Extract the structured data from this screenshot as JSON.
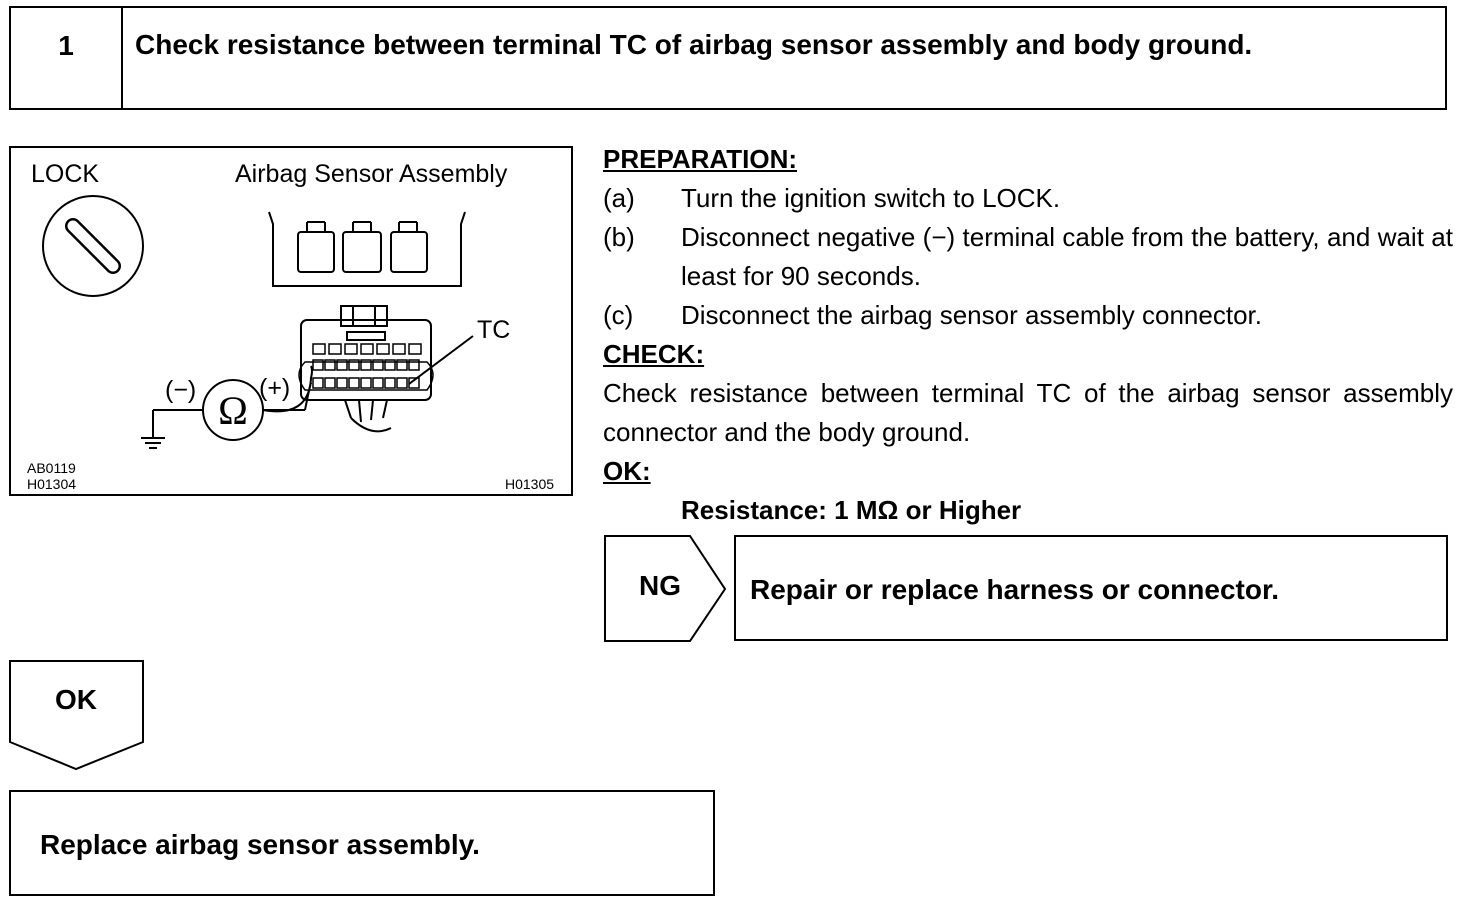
{
  "step": {
    "number": "1",
    "title": "Check resistance between terminal TC of airbag sensor assembly and body ground."
  },
  "figure": {
    "lock_label": "LOCK",
    "sensor_label": "Airbag Sensor Assembly",
    "tc_label": "TC",
    "minus_label": "(−)",
    "plus_label": "(+)",
    "ohm_symbol": "Ω",
    "code_left_1": "AB0119",
    "code_left_2": "H01304",
    "code_right": "H01305"
  },
  "preparation": {
    "heading": "PREPARATION:",
    "items": [
      {
        "label": "(a)",
        "text": "Turn the ignition switch to LOCK."
      },
      {
        "label": "(b)",
        "text": "Disconnect negative (−) terminal cable from the battery, and wait at least for 90 seconds."
      },
      {
        "label": "(c)",
        "text": "Disconnect the airbag sensor assembly connector."
      }
    ]
  },
  "check": {
    "heading": "CHECK:",
    "text": "Check resistance between terminal TC of the airbag sensor as­sembly connector and the body ground."
  },
  "ok_spec": {
    "heading": "OK:",
    "text": "Resistance: 1 MΩ or Higher"
  },
  "ng_branch": {
    "label": "NG",
    "action": "Repair or replace harness or connector."
  },
  "ok_branch": {
    "label": "OK",
    "action": "Replace airbag sensor assembly."
  }
}
